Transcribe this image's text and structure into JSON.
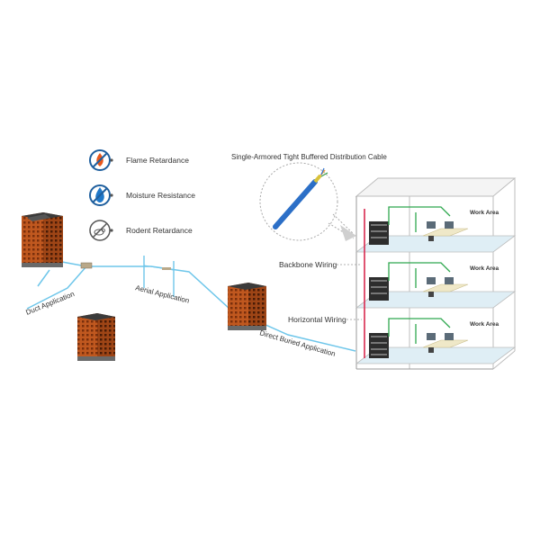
{
  "features": [
    {
      "label": "Flame Retardance",
      "icon": "flame-icon"
    },
    {
      "label": "Moisture Resistance",
      "icon": "water-drop-icon"
    },
    {
      "label": "Rodent Retardance",
      "icon": "rodent-icon"
    }
  ],
  "cable_title": "Single-Armored Tight Buffered Distribution Cable",
  "applications": {
    "duct": "Duct Application",
    "aerial": "Aerial Application",
    "direct_buried": "Direct Buried Application"
  },
  "wiring": {
    "backbone": "Backbone Wiring",
    "horizontal": "Horizontal Wiring"
  },
  "work_areas": [
    "Work Area",
    "Work Area",
    "Work Area"
  ],
  "colors": {
    "cable": "#6ec6ea",
    "icon_circle": "#1f5f9e",
    "flame": "#e8571c",
    "building_brick": "#c0581f",
    "building_dark": "#2d2d2d",
    "backbone_red": "#d9294f",
    "horizontal_green": "#2fa84f",
    "floor_blue": "#dfeef5"
  }
}
